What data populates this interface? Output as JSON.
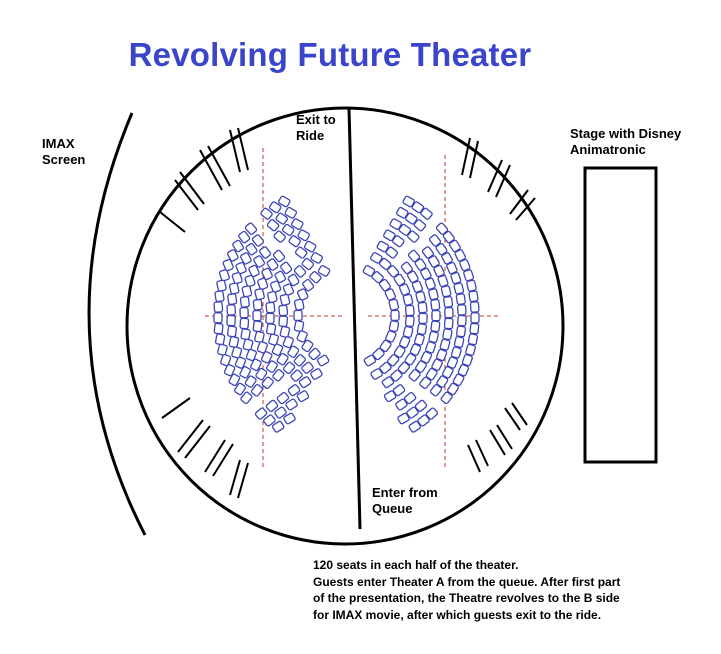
{
  "title": "Revolving Future Theater",
  "labels": {
    "imax_screen": "IMAX\nScreen",
    "exit_to_ride": "Exit to\nRide",
    "enter_from_queue": "Enter from\nQueue",
    "stage": "Stage with Disney\nAnimatronic"
  },
  "note": {
    "line1": "120 seats in each half of the theater.",
    "line2": "Guests enter Theater A from the queue. After first part",
    "line3": "of the presentation, the Theatre revolves to the B side",
    "line4": "for IMAX movie, after which guests exit to the ride."
  },
  "colors": {
    "title": "#3a45c9",
    "seat": "#3b44b8",
    "centerline": "#c0392b",
    "ink": "#000000"
  }
}
